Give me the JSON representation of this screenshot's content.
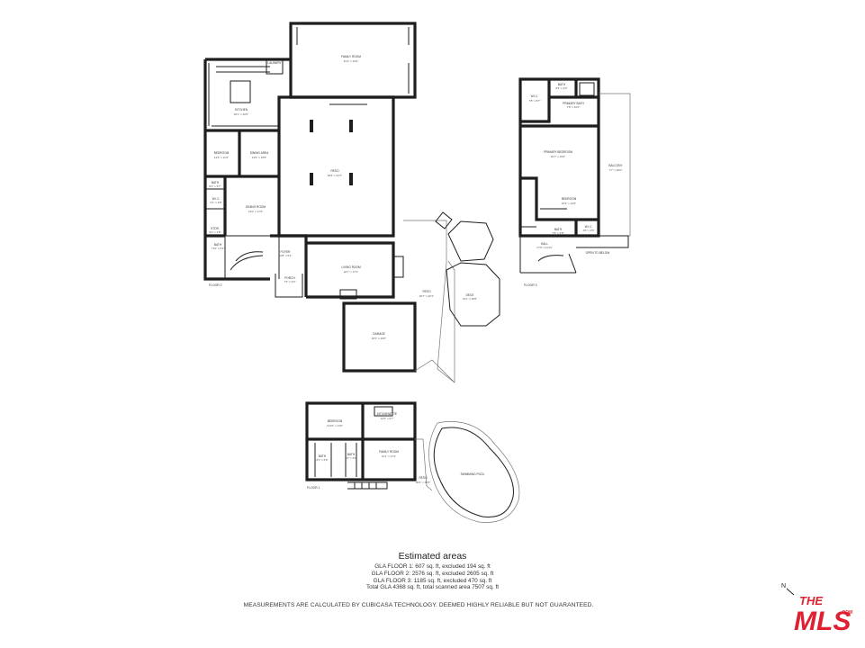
{
  "floors": {
    "floor_1_label": "FLOOR 1",
    "floor_2_label": "FLOOR 2",
    "floor_3_label": "FLOOR 3"
  },
  "rooms": {
    "family_room": {
      "name": "FAMILY ROOM",
      "dim": "21'2\" x 23'2\""
    },
    "laundry": {
      "name": "LAUNDRY",
      "dim": ""
    },
    "kitchen": {
      "name": "KITCHEN",
      "dim": "20'1\" x 20'0\""
    },
    "patio_main": {
      "name": "PATIO",
      "dim": "39'6\" x 63'7\""
    },
    "bedroom_f2": {
      "name": "BEDROOM",
      "dim": "14'4\" x 11'6\""
    },
    "dining_area": {
      "name": "DINING AREA",
      "dim": "13'6\" x 15'5\""
    },
    "bath_f2a": {
      "name": "BATH",
      "dim": "8'1\" x 5'7\""
    },
    "walkin_closet": {
      "name": "W.I.C.",
      "dim": "6'1\" x 4'8\""
    },
    "dining_room": {
      "name": "DINING ROOM",
      "dim": "14'0\" x 17'3\""
    },
    "storage": {
      "name": "STOR.",
      "dim": "6'3\" x 4'8\""
    },
    "bath_f2b": {
      "name": "BATH",
      "dim": "7'10\" x 6'4\""
    },
    "foyer": {
      "name": "FOYER",
      "dim": "10'8\" x 5'1\""
    },
    "porch": {
      "name": "PORCH",
      "dim": "7'3\" x 6'3\""
    },
    "living_room": {
      "name": "LIVING ROOM",
      "dim": "22'7\" x 17'1\""
    },
    "deck": {
      "name": "DECK",
      "dim": "13'1\" x 18'6\""
    },
    "patio_side": {
      "name": "PATIO",
      "dim": "20'7\" x 40'1\""
    },
    "garage": {
      "name": "GARAGE",
      "dim": "18'1\" x 20'6\""
    },
    "closet_f3": {
      "name": "W.I.C.",
      "dim": "7'8\" x 8'7\""
    },
    "bath_f3": {
      "name": "BATH",
      "dim": "8'3\" x 9'0\""
    },
    "primary_bath": {
      "name": "PRIMARY BATH",
      "dim": "7'8\" x 10'0\""
    },
    "primary_bedroom": {
      "name": "PRIMARY BEDROOM",
      "dim": "20'7\" x 15'0\""
    },
    "balcony": {
      "name": "BALCONY",
      "dim": "7'7\" x 40'0\""
    },
    "bedroom_f3": {
      "name": "BEDROOM",
      "dim": "16'2\" x 12'0\""
    },
    "closet_f3b": {
      "name": "W.I.C.",
      "dim": "4'6\" x 4'5\""
    },
    "bath_f3b": {
      "name": "BATH",
      "dim": "7'6\" x 4'8\""
    },
    "hall_f3": {
      "name": "HALL",
      "dim": "17'6\" x 11'11\""
    },
    "open_to_below": {
      "name": "OPEN TO BELOW",
      "dim": ""
    },
    "bedroom_f1": {
      "name": "BEDROOM",
      "dim": "14'10\" x 13'6\""
    },
    "kitchenette": {
      "name": "KITCHENETTE",
      "dim": "12'2\" x 9'7\""
    },
    "bath_f1a": {
      "name": "BATH",
      "dim": "8'1\" x 5'6\""
    },
    "bath_f1b": {
      "name": "BATH",
      "dim": "6'0\" x 5'2\""
    },
    "family_room_f1": {
      "name": "FAMILY ROOM",
      "dim": "12'1\" x 17'2\""
    },
    "patio_pool": {
      "name": "PATIO",
      "dim": "36'4\" x 39'5\""
    },
    "pool": {
      "name": "SWIMMING POOL",
      "dim": ""
    }
  },
  "areas": {
    "title": "Estimated areas",
    "line1": "GLA FLOOR 1: 607 sq. ft, excluded 194 sq. ft",
    "line2": "GLA FLOOR 2: 2576 sq. ft, excluded 2605 sq. ft",
    "line3": "GLA FLOOR 3: 1185 sq. ft, excluded 470 sq. ft",
    "line4": "Total GLA 4368 sq. ft, total scanned area 7507 sq. ft"
  },
  "disclaimer": "MEASUREMENTS ARE CALCULATED BY CUBICASA TECHNOLOGY. DEEMED HIGHLY RELIABLE BUT NOT GUARANTEED.",
  "logo": {
    "the": "THE",
    "mls": "MLS",
    "com": ".COM",
    "compass": "N"
  },
  "colors": {
    "wall": "#1e1e1e",
    "logo_red": "#e02030",
    "background": "#ffffff"
  }
}
